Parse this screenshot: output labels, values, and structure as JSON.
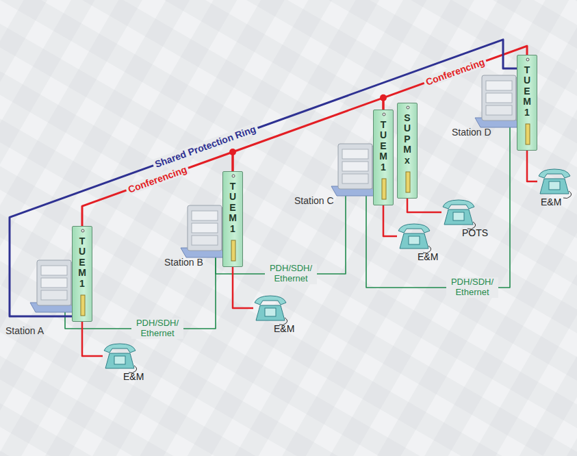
{
  "diagram": {
    "nodes": [
      {
        "text": [
          "Station A"
        ]
      },
      {
        "text": [
          "TUEM1"
        ]
      },
      {
        "text": [
          "E&M"
        ]
      },
      {
        "text": [
          "Station B"
        ]
      },
      {
        "text": [
          "TUEM1"
        ]
      },
      {
        "text": [
          "E&M"
        ]
      },
      {
        "text": [
          "Station C"
        ]
      },
      {
        "text": [
          "TUEM1"
        ]
      },
      {
        "text": [
          "SUPMx"
        ]
      },
      {
        "text": [
          "E&M"
        ]
      },
      {
        "text": [
          "POTS"
        ]
      },
      {
        "text": [
          "Station D"
        ]
      },
      {
        "text": [
          "TUEM1"
        ]
      },
      {
        "text": [
          "E&M"
        ]
      }
    ],
    "edges": [
      {
        "from": 0,
        "to": 3,
        "arrow": "none",
        "label": "PDH/SDH/ Ethernet"
      },
      {
        "from": 3,
        "to": 6,
        "arrow": "none",
        "label": "PDH/SDH/ Ethernet"
      },
      {
        "from": 6,
        "to": 11,
        "arrow": "none",
        "label": "PDH/SDH/ Ethernet"
      },
      {
        "from": 1,
        "to": 4,
        "arrow": "none",
        "label": "Conferencing"
      },
      {
        "from": 4,
        "to": 7,
        "arrow": "none"
      },
      {
        "from": 7,
        "to": 12,
        "arrow": "none",
        "label": "Conferencing"
      },
      {
        "from": 1,
        "to": 12,
        "arrow": "none",
        "label": "Shared Protection Ring"
      },
      {
        "from": 1,
        "to": 2,
        "arrow": "none"
      },
      {
        "from": 4,
        "to": 5,
        "arrow": "none"
      },
      {
        "from": 7,
        "to": 9,
        "arrow": "none"
      },
      {
        "from": 8,
        "to": 10,
        "arrow": "none"
      },
      {
        "from": 12,
        "to": 13,
        "arrow": "none"
      }
    ]
  }
}
